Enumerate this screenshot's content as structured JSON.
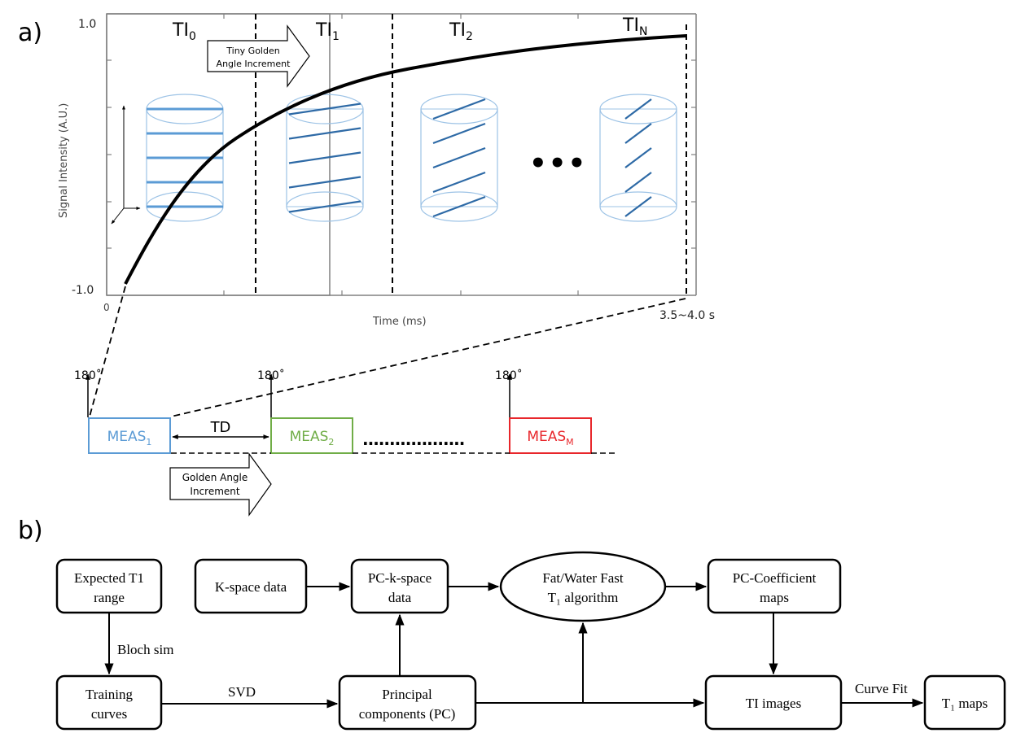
{
  "panel_a": {
    "label": "a)",
    "plot": {
      "ylabel": "Signal Intensity (A.U.)",
      "xlabel": "Time (ms)",
      "y_top_tick": "1.0",
      "y_bottom_tick": "-1.0",
      "x_origin_tick": "0",
      "x_end_label": "3.5~4.0 s",
      "ti_labels": [
        {
          "base": "TI",
          "sub": "0"
        },
        {
          "base": "TI",
          "sub": "1"
        },
        {
          "base": "TI",
          "sub": "2"
        },
        {
          "base": "TI",
          "sub": "N"
        }
      ],
      "tiny_arrow_label_line1": "Tiny Golden",
      "tiny_arrow_label_line2": "Angle Increment",
      "ellipsis": "•••"
    },
    "sequence": {
      "pulse_label": "180˚",
      "td_label": "TD",
      "golden_arrow_line1": "Golden Angle",
      "golden_arrow_line2": "Increment",
      "dots": "...................",
      "meas": [
        {
          "base": "MEAS",
          "sub": "1",
          "color": "#5b9bd5"
        },
        {
          "base": "MEAS",
          "sub": "2",
          "color": "#70ad47"
        },
        {
          "base": "MEAS",
          "sub": "M",
          "color": "#e8262b"
        }
      ]
    },
    "colors": {
      "cylinder_outline": "#9dc3e6",
      "spoke": "#2e6aa6",
      "spoke_light": "#5b9bd5",
      "axis": "#808080"
    }
  },
  "panel_b": {
    "label": "b)",
    "nodes": {
      "expected_t1": [
        "Expected T1",
        "range"
      ],
      "kspace": [
        "K-space  data"
      ],
      "pc_kspace": [
        "PC-k-space",
        "data"
      ],
      "algorithm": [
        "Fat/Water Fast",
        "T₁ algorithm"
      ],
      "pc_coeff": [
        "PC-Coefficient",
        "maps"
      ],
      "training": [
        "Training",
        "curves"
      ],
      "principal": [
        "Principal",
        "components  (PC)"
      ],
      "ti_images": [
        "TI images"
      ],
      "t1_maps": [
        "T₁ maps"
      ]
    },
    "edges": {
      "bloch": "Bloch sim",
      "svd": "SVD",
      "curve_fit": "Curve Fit"
    }
  }
}
